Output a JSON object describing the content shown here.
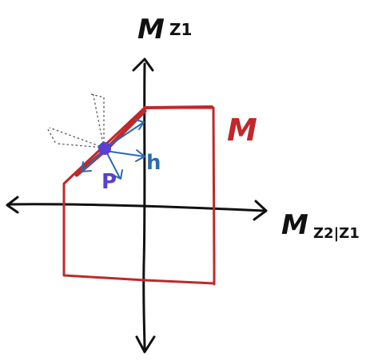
{
  "labels": {
    "y_axis": "M",
    "y_axis_sub": "Z1",
    "x_axis": "M",
    "x_axis_sub": "Z2|Z1",
    "region": "M",
    "point": "P",
    "normal": "h"
  },
  "colors": {
    "ink": "#111111",
    "region": "#c0282a",
    "point": "#5b3fcf",
    "arrows": "#2a6bb0",
    "dotted": "#555555"
  },
  "icons": {
    "cone": "dotted-cone-icon",
    "normal_arrows": "vector-arrows-icon"
  }
}
